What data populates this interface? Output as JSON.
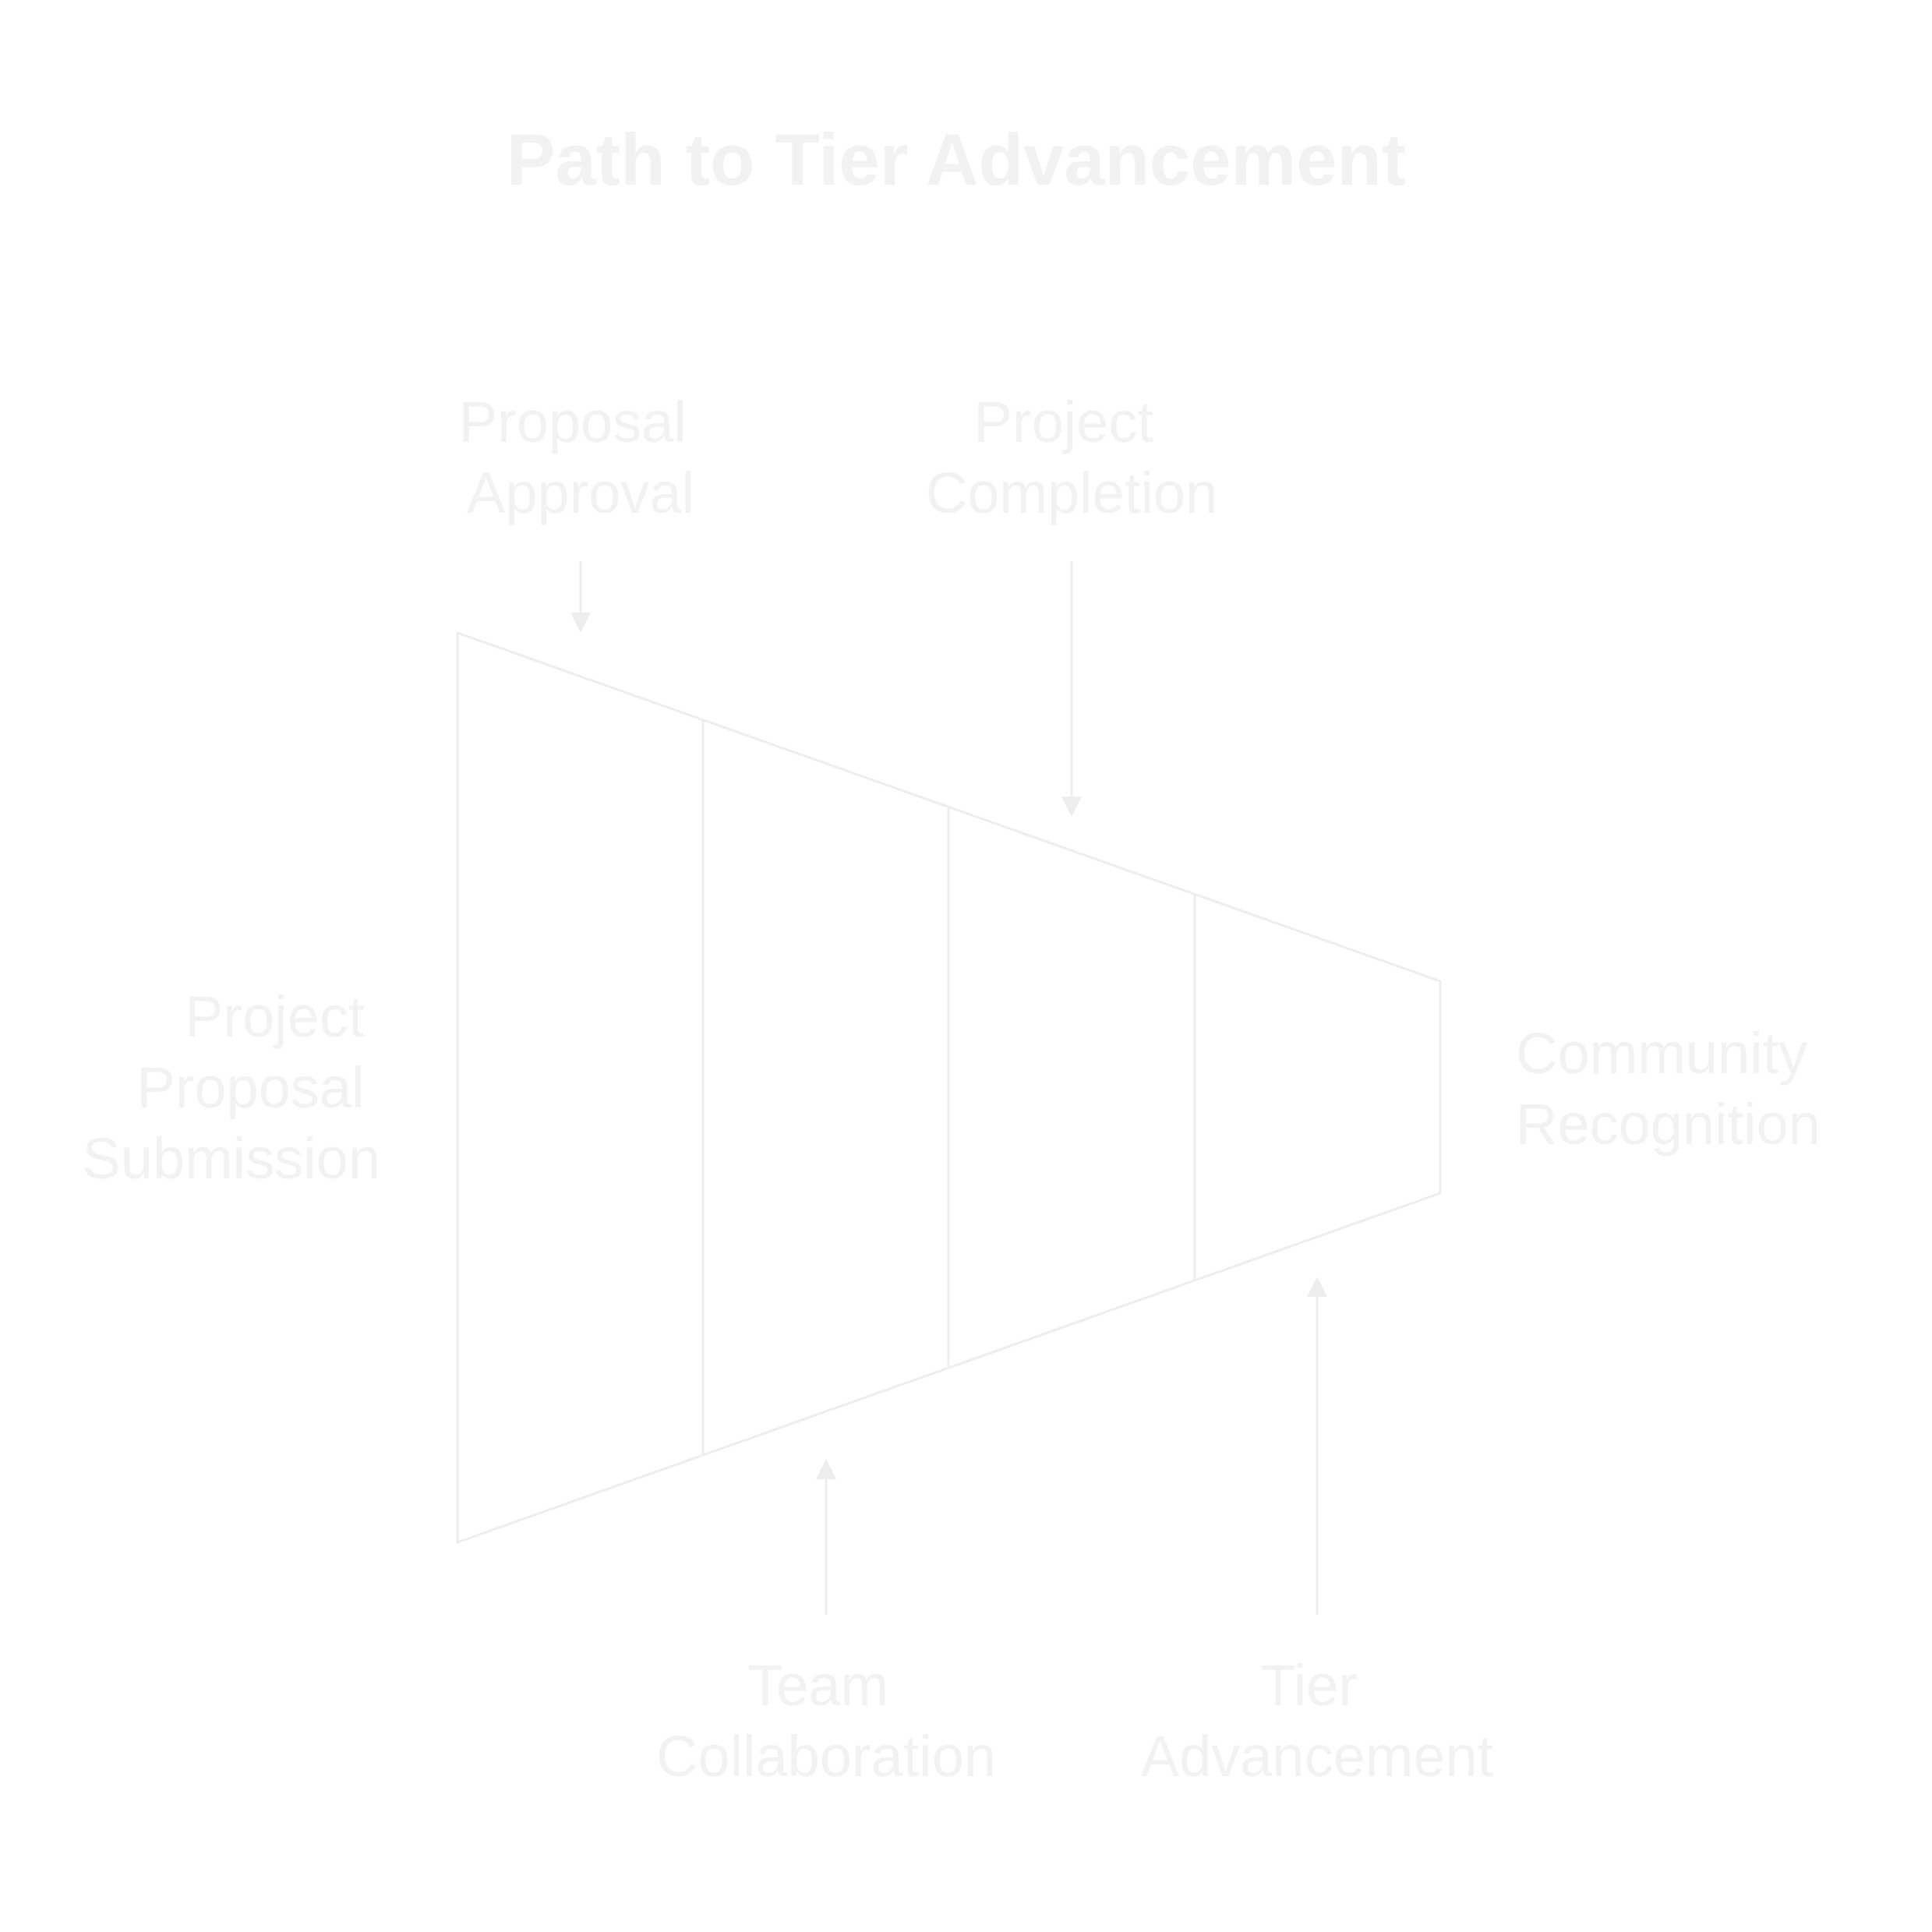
{
  "title": "Path to Tier Advancement",
  "stages": [
    "Project Proposal Submission",
    "Proposal Approval",
    "Team Collaboration",
    "Project Completion",
    "Tier Advancement",
    "Community Recognition"
  ],
  "labels": {
    "submission": [
      "Project",
      "Proposal",
      "Submission"
    ],
    "approval": [
      "Proposal",
      "Approval"
    ],
    "completion": [
      "Project",
      "Completion"
    ],
    "collaboration": [
      "Team",
      "Collaboration"
    ],
    "advancement": [
      "Tier",
      "Advancement"
    ],
    "recognition": [
      "Community",
      "Recognition"
    ]
  },
  "colors": {
    "text": "#f2f2f2",
    "lines": "#eeeeee",
    "background": "#ffffff"
  }
}
